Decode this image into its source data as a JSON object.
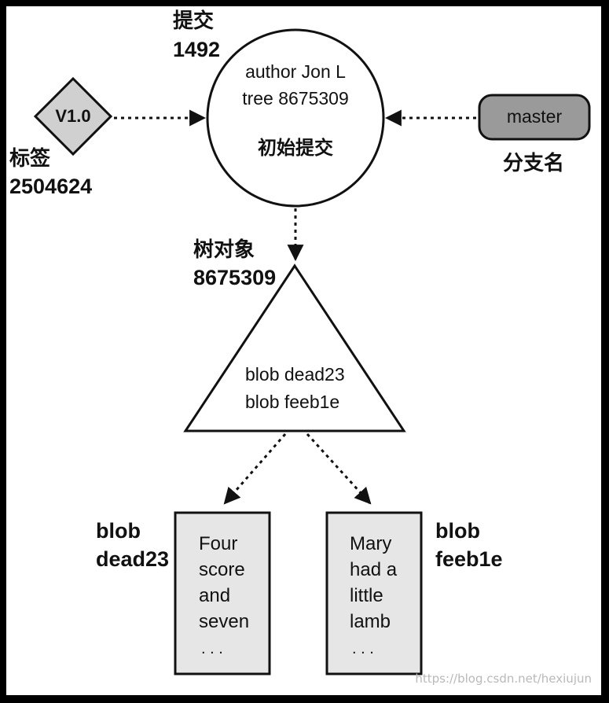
{
  "tag": {
    "name": "V1.0",
    "label_cn": "标签",
    "id": "2504624"
  },
  "commit": {
    "label_cn": "提交",
    "id": "1492",
    "author_line": "author Jon L",
    "tree_line": "tree 8675309",
    "desc_cn": "初始提交"
  },
  "branch": {
    "name": "master",
    "label_cn": "分支名"
  },
  "tree": {
    "label_cn": "树对象",
    "id": "8675309",
    "entry1": "blob dead23",
    "entry2": "blob feeb1e"
  },
  "blob_left": {
    "title": "blob",
    "id": "dead23",
    "lines": [
      "Four",
      "score",
      "and",
      "seven",
      ". . ."
    ]
  },
  "blob_right": {
    "title": "blob",
    "id": "feeb1e",
    "lines": [
      "Mary",
      "had a",
      "little",
      "lamb",
      ". . ."
    ]
  },
  "watermark": "https://blog.csdn.net/hexiujun",
  "colors": {
    "shape_fill_gray": "#d0d0d0",
    "branch_fill": "#9a9a9a",
    "blob_fill": "#e6e6e6",
    "stroke": "#111111"
  }
}
